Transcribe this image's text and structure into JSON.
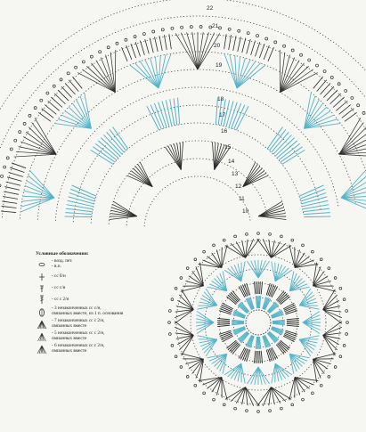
{
  "row_labels": [
    "22",
    "21",
    "20",
    "19",
    "18",
    "17",
    "16",
    "15",
    "14",
    "13",
    "12",
    "11",
    "10"
  ],
  "legend": {
    "title": "Условные обозначения:",
    "items": [
      {
        "symbol": "chain-stitch-icon",
        "text": "- возд. пет.\n- в.п."
      },
      {
        "symbol": "single-crochet-icon",
        "text": "- сс б/н"
      },
      {
        "symbol": "half-double-icon",
        "text": "- сс с/н"
      },
      {
        "symbol": "double-crochet-icon",
        "text": "- сс с 2/н"
      },
      {
        "symbol": "bobble-3-icon",
        "text": "- 3 незаконченных сс с/н,\nсвязанных вместе, из 1 п. основания"
      },
      {
        "symbol": "cluster-7-icon",
        "text": "- 7 незаконченных сс с 2/н,\nсвязанных вместе"
      },
      {
        "symbol": "cluster-5-icon",
        "text": "- 5 незаконченных сс с 2/н,\nсвязанных вместе"
      },
      {
        "symbol": "cluster-6-icon",
        "text": "- 6 незаконченных сс с 2/н,\nсвязанных вместе"
      }
    ]
  },
  "colors": {
    "dark": "#2b2b2b",
    "blue": "#56b4c8",
    "grid": "#444444",
    "background": "#f6f6f3"
  }
}
